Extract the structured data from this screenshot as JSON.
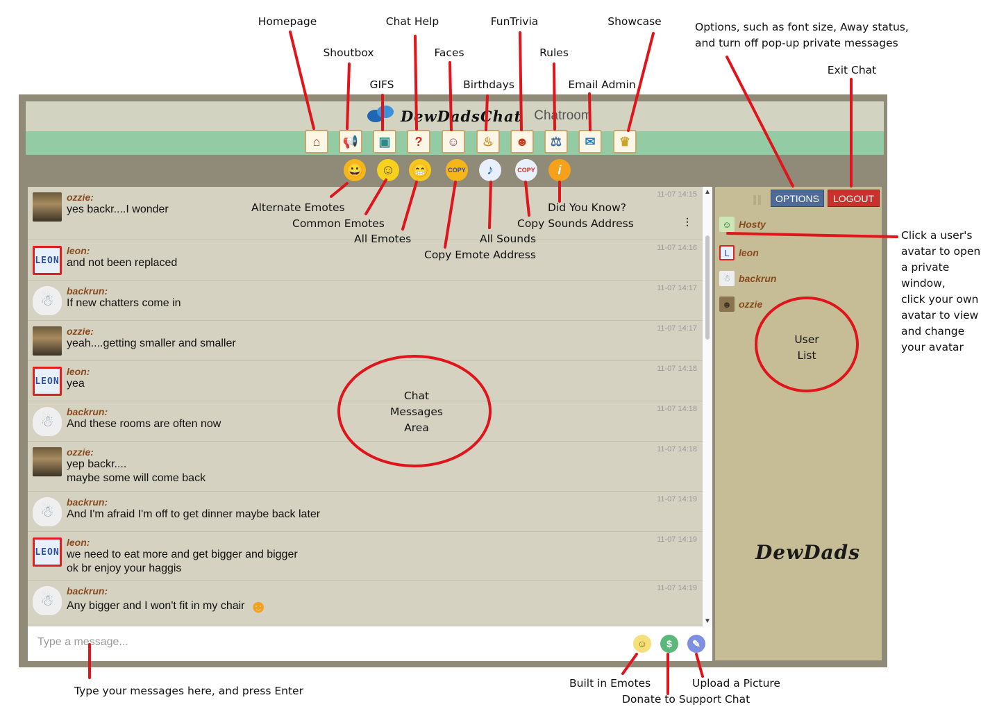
{
  "annotations": {
    "homepage": "Homepage",
    "shoutbox": "Shoutbox",
    "gifs": "GIFS",
    "chat_help": "Chat Help",
    "faces": "Faces",
    "birthdays": "Birthdays",
    "funtrivia": "FunTrivia",
    "rules": "Rules",
    "email_admin": "Email Admin",
    "showcase": "Showcase",
    "options_line1": "Options, such as font size, Away status,",
    "options_line2": "and turn off pop-up private messages",
    "exit_chat": "Exit Chat",
    "alternate_emotes": "Alternate Emotes",
    "common_emotes": "Common Emotes",
    "all_emotes": "All Emotes",
    "copy_emote_address": "Copy Emote Address",
    "all_sounds": "All Sounds",
    "copy_sounds_address": "Copy Sounds Address",
    "did_you_know": "Did You Know?",
    "chat_area_lines": [
      "Chat",
      "Messages",
      "Area"
    ],
    "user_list_lines": [
      "User",
      "List"
    ],
    "avatar_help_lines": [
      "Click a user's",
      "avatar to open",
      "a private",
      "window,",
      "click your own",
      "avatar to view",
      "and change",
      "your avatar"
    ],
    "type_messages": "Type your messages here, and press Enter",
    "built_in_emotes": "Built in Emotes",
    "donate": "Donate to Support Chat",
    "upload_picture": "Upload a Picture"
  },
  "header": {
    "logo_text": "DewDadsChat",
    "logo_sub": "Chatroom"
  },
  "nav_icons": [
    {
      "name": "home-icon",
      "glyph": "⌂",
      "color": "#c0392b"
    },
    {
      "name": "megaphone-icon",
      "glyph": "📢",
      "color": "#3d7ac7"
    },
    {
      "name": "image-icon",
      "glyph": "▣",
      "color": "#2a8a8a"
    },
    {
      "name": "question-icon",
      "glyph": "?",
      "color": "#d62c1a"
    },
    {
      "name": "face-icon",
      "glyph": "☺",
      "color": "#a05070"
    },
    {
      "name": "cake-icon",
      "glyph": "♨",
      "color": "#c98a2a"
    },
    {
      "name": "jester-icon",
      "glyph": "☻",
      "color": "#c43c1c"
    },
    {
      "name": "gavel-icon",
      "glyph": "⚖",
      "color": "#3d6aa0"
    },
    {
      "name": "envelope-icon",
      "glyph": "✉",
      "color": "#1f7fc9"
    },
    {
      "name": "trophy-icon",
      "glyph": "♛",
      "color": "#c9a227"
    }
  ],
  "emote_row": [
    {
      "name": "alternate-emotes-icon",
      "glyph": "😀",
      "bg": "#f5b619",
      "color": "#000"
    },
    {
      "name": "common-emotes-icon",
      "glyph": "☺",
      "bg": "#f7d21c",
      "color": "#6b4a00"
    },
    {
      "name": "all-emotes-icon",
      "glyph": "😁",
      "bg": "#f7c81c",
      "color": "#6b4a00"
    },
    {
      "name": "copy-emote-icon",
      "glyph": "COPY",
      "bg": "#f5b619",
      "color": "#2b4fa8"
    },
    {
      "name": "all-sounds-icon",
      "glyph": "♪",
      "bg": "#e8f0fb",
      "color": "#2b6fb8"
    },
    {
      "name": "copy-sounds-icon",
      "glyph": "COPY",
      "bg": "#e8f0fb",
      "color": "#d62c1a"
    },
    {
      "name": "did-you-know-icon",
      "glyph": "i",
      "bg": "#f5a11c",
      "color": "#fff"
    }
  ],
  "messages": [
    {
      "user": "ozzie:",
      "lines": [
        "yes backr....I wonder"
      ],
      "time": "11-07 14:15",
      "avatar": "ozzie"
    },
    {
      "user": "leon:",
      "lines": [
        "and not been replaced"
      ],
      "time": "11-07 14:16",
      "avatar": "leon"
    },
    {
      "user": "backrun:",
      "lines": [
        "If new chatters come in"
      ],
      "time": "11-07 14:17",
      "avatar": "backrun"
    },
    {
      "user": "ozzie:",
      "lines": [
        "yeah....getting smaller and smaller"
      ],
      "time": "11-07 14:17",
      "avatar": "ozzie"
    },
    {
      "user": "leon:",
      "lines": [
        "yea"
      ],
      "time": "11-07 14:18",
      "avatar": "leon"
    },
    {
      "user": "backrun:",
      "lines": [
        "And these rooms are often now"
      ],
      "time": "11-07 14:18",
      "avatar": "backrun"
    },
    {
      "user": "ozzie:",
      "lines": [
        "yep backr....",
        "maybe some will come back"
      ],
      "time": "11-07 14:18",
      "avatar": "ozzie"
    },
    {
      "user": "backrun:",
      "lines": [
        "And I'm afraid I'm off to get dinner maybe back later"
      ],
      "time": "11-07 14:19",
      "avatar": "backrun"
    },
    {
      "user": "leon:",
      "lines": [
        "we need to eat more and get bigger and bigger",
        "ok br enjoy your haggis"
      ],
      "time": "11-07 14:19",
      "avatar": "leon"
    },
    {
      "user": "backrun:",
      "lines": [
        "Any bigger and I won't fit in my chair"
      ],
      "time": "11-07 14:19",
      "avatar": "backrun"
    }
  ],
  "leon_avatar_text": "LEON",
  "userlist": {
    "options_label": "OPTIONS",
    "logout_label": "LOGOUT",
    "users": [
      {
        "name": "Hosty",
        "avatar": "hosty"
      },
      {
        "name": "leon",
        "avatar": "leon"
      },
      {
        "name": "backrun",
        "avatar": "backrun"
      },
      {
        "name": "ozzie",
        "avatar": "ozzie"
      }
    ],
    "brand": "DewDads"
  },
  "input": {
    "placeholder": "Type a message..."
  },
  "colors": {
    "annotation_red": "#e0141b",
    "frame": "#8f8b78",
    "header_band": "#93cca4",
    "username": "#8a4a1c"
  }
}
